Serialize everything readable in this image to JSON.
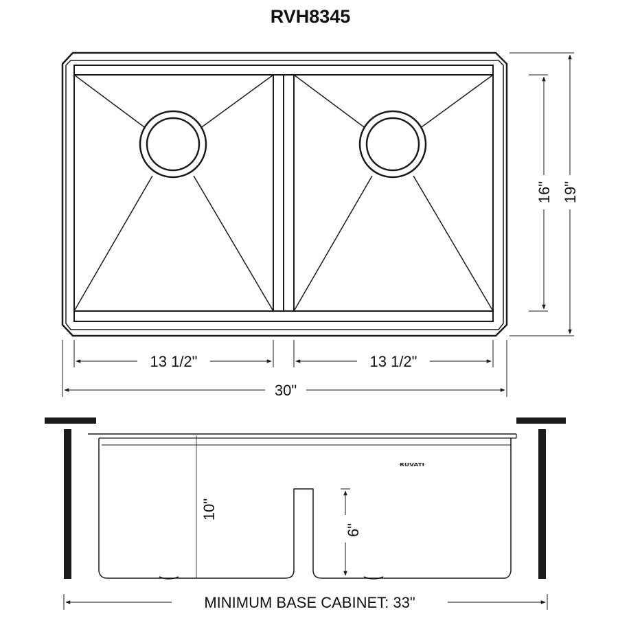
{
  "model": "RVH8345",
  "top_view": {
    "bowl_width_left": "13 1/2\"",
    "bowl_width_right": "13 1/2\"",
    "overall_width": "30\"",
    "bowl_length": "16\"",
    "overall_length": "19\""
  },
  "side_view": {
    "depth": "10\"",
    "divider_height": "6\"",
    "min_base_cabinet": "MINIMUM BASE CABINET: 33\""
  },
  "brand_mark": "RUVATI"
}
